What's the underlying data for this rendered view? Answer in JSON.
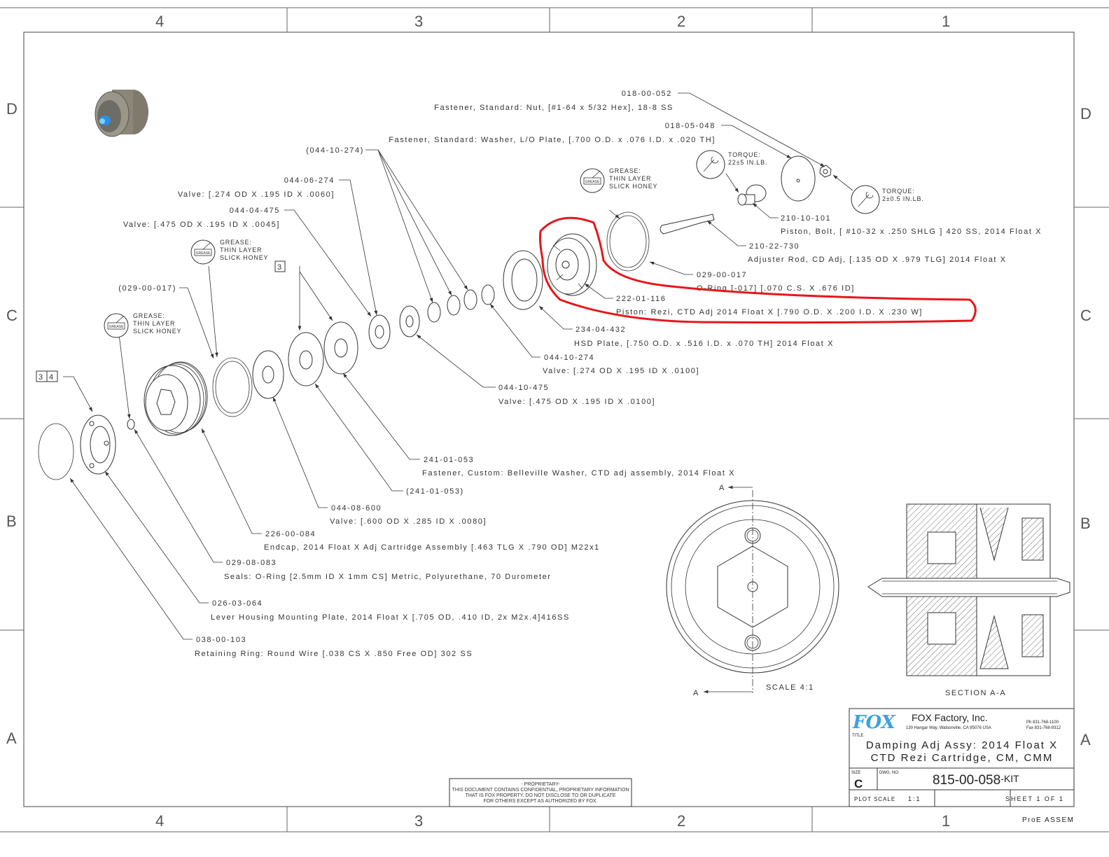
{
  "border": {
    "columns": [
      "4",
      "3",
      "2",
      "1"
    ],
    "rows": [
      "D",
      "C",
      "B",
      "A"
    ]
  },
  "callouts": [
    {
      "part": "018-00-052",
      "desc": "Fastener, Standard: Nut, [#1-64 x 5/32 Hex], 18-8 SS"
    },
    {
      "part": "018-05-048",
      "desc": "Fastener, Standard: Washer, L/O Plate, [.700 O.D. x .076 I.D. x .020 TH]"
    },
    {
      "part": "(044-10-274)",
      "desc": ""
    },
    {
      "part": "044-06-274",
      "desc": "Valve: [.274 OD X .195 ID X .0060]"
    },
    {
      "part": "044-04-475",
      "desc": "Valve: [.475 OD X .195 ID X .0045]"
    },
    {
      "part": "(029-00-017)",
      "desc": ""
    },
    {
      "part": "210-10-101",
      "desc": "Piston, Bolt, [ #10-32 x .250 SHLG ] 420 SS, 2014 Float X"
    },
    {
      "part": "210-22-730",
      "desc": "Adjuster Rod, CD Adj, [.135 OD X .979 TLG] 2014 Float X"
    },
    {
      "part": "029-00-017",
      "desc": "O-Ring [-017] [.070 C.S. X .676 ID]"
    },
    {
      "part": "222-01-116",
      "desc": "Piston: Rezi, CTD Adj 2014 Float X [.790 O.D. X .200 I.D. X .230 W]"
    },
    {
      "part": "234-04-432",
      "desc": "HSD Plate, [.750 O.D. x .516 I.D. x .070 TH] 2014 Float X"
    },
    {
      "part": "044-10-274",
      "desc": "Valve: [.274 OD X .195 ID X .0100]"
    },
    {
      "part": "044-10-475",
      "desc": "Valve: [.475 OD X .195 ID X .0100]"
    },
    {
      "part": "241-01-053",
      "desc": "Fastener, Custom: Belleville Washer, CTD adj assembly, 2014 Float X"
    },
    {
      "part": "(241-01-053)",
      "desc": ""
    },
    {
      "part": "044-08-600",
      "desc": "Valve: [.600 OD X .285 ID X .0080]"
    },
    {
      "part": "226-00-084",
      "desc": "Endcap, 2014 Float X Adj Cartridge Assembly [.463 TLG X .790 OD] M22x1"
    },
    {
      "part": "029-08-083",
      "desc": "Seals: O-Ring [2.5mm ID X 1mm CS] Metric, Polyurethane, 70 Durometer"
    },
    {
      "part": "026-03-064",
      "desc": "Lever Housing Mounting Plate, 2014 Float X [.705 OD, .410 ID, 2x M2x.4]416SS"
    },
    {
      "part": "038-00-103",
      "desc": "Retaining Ring: Round Wire [.038 CS X .850 Free OD] 302 SS"
    }
  ],
  "grease_note": {
    "line1": "GREASE:",
    "line2": "THIN LAYER",
    "line3": "SLICK HONEY",
    "icon_label": "GREASE"
  },
  "torque_notes": [
    {
      "label": "TORQUE:",
      "value": "22±5 IN.LB."
    },
    {
      "label": "TORQUE:",
      "value": "2±0.5 IN.LB."
    }
  ],
  "flag_boxes": [
    "3",
    "3",
    "4"
  ],
  "views": {
    "section_marker": "A",
    "scale_label": "SCALE  4:1",
    "section_label": "SECTION  A-A"
  },
  "proprietary": {
    "heading": "- PROPRIETARY-",
    "line1": "THIS DOCUMENT CONTAINS CONFIDENTIAL, PROPRIETARY INFORMATION",
    "line2": "THAT IS FOX PROPERTY.  DO NOT DISCLOSE TO OR DUPLICATE",
    "line3": "FOR OTHERS EXCEPT AS AUTHORIZED BY FOX."
  },
  "title_block": {
    "logo": "FOX",
    "company": "FOX Factory, Inc.",
    "address": "130 Hangar Way, Watsonville, CA 95076 USA",
    "phone": "Ph 831-768-1100",
    "fax": "Fax 831-768-9312",
    "title_label": "TITLE",
    "title_line1": "Damping Adj Assy: 2014 Float X",
    "title_line2": "CTD Rezi Cartridge, CM, CMM",
    "size_label": "SIZE",
    "size": "C",
    "dwg_label": "DWG. NO.",
    "dwg_no": "815-00-058",
    "dwg_suffix": "-KIT",
    "plot_scale_label": "PLOT SCALE",
    "plot_scale": "1:1",
    "sheet": "SHEET 1 OF 1",
    "cad": "ProE ASSEM"
  },
  "colors": {
    "annotation": "#e8161b",
    "logo": "#3aa3e0",
    "rod_tip": "#1a7fd6"
  }
}
